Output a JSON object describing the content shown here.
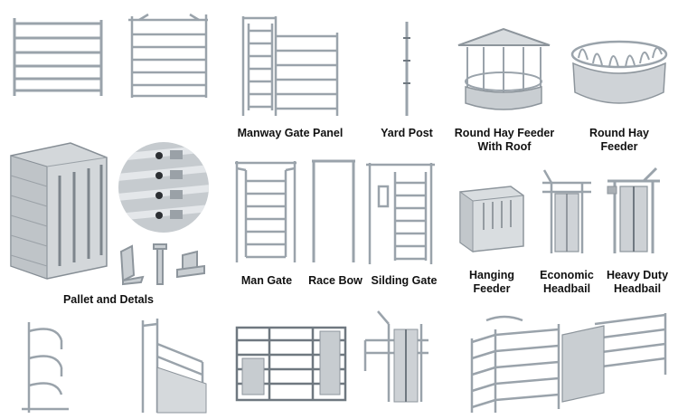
{
  "labels": {
    "manway_gate_panel": "Manway Gate Panel",
    "yard_post": "Yard Post",
    "round_hay_feeder_roof_1": "Round Hay Feeder",
    "round_hay_feeder_roof_2": "With Roof",
    "round_hay_feeder_1": "Round Hay",
    "round_hay_feeder_2": "Feeder",
    "pallet_and_detals": "Pallet and Detals",
    "man_gate": "Man Gate",
    "race_bow": "Race Bow",
    "silding_gate": "Silding Gate",
    "hanging_feeder_1": "Hanging",
    "hanging_feeder_2": "Feeder",
    "economic_headbail_1": "Economic",
    "economic_headbail_2": "Headbail",
    "heavy_duty_headbail_1": "Heavy Duty",
    "heavy_duty_headbail_2": "Headbail"
  },
  "colors": {
    "metal": "#9aa3ab",
    "metal_dark": "#6f7880",
    "label": "#111111",
    "background": "#ffffff"
  }
}
